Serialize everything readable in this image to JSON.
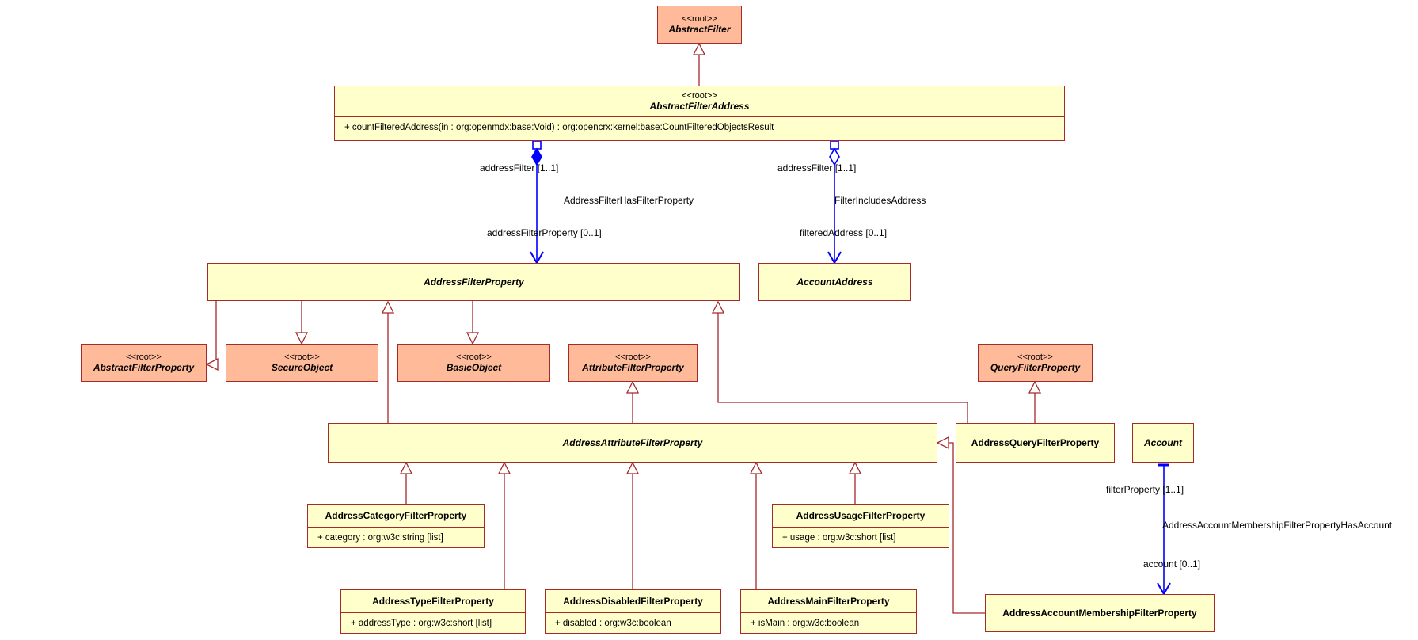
{
  "diagram": {
    "classes": {
      "abstract_filter": {
        "stereotype": "<<root>>",
        "name": "AbstractFilter"
      },
      "abstract_filter_address": {
        "stereotype": "<<root>>",
        "name": "AbstractFilterAddress",
        "operation": "+ countFilteredAddress(in : org:openmdx:base:Void) : org:opencrx:kernel:base:CountFilteredObjectsResult"
      },
      "address_filter_property": {
        "name": "AddressFilterProperty"
      },
      "account_address": {
        "name": "AccountAddress"
      },
      "abstract_filter_property": {
        "stereotype": "<<root>>",
        "name": "AbstractFilterProperty"
      },
      "secure_object": {
        "stereotype": "<<root>>",
        "name": "SecureObject"
      },
      "basic_object": {
        "stereotype": "<<root>>",
        "name": "BasicObject"
      },
      "attribute_filter_property": {
        "stereotype": "<<root>>",
        "name": "AttributeFilterProperty"
      },
      "query_filter_property": {
        "stereotype": "<<root>>",
        "name": "QueryFilterProperty"
      },
      "address_attribute_filter_property": {
        "name": "AddressAttributeFilterProperty"
      },
      "address_query_filter_property": {
        "name": "AddressQueryFilterProperty"
      },
      "account": {
        "name": "Account"
      },
      "address_category_filter_property": {
        "name": "AddressCategoryFilterProperty",
        "attribute": "+ category : org:w3c:string [list]"
      },
      "address_usage_filter_property": {
        "name": "AddressUsageFilterProperty",
        "attribute": "+ usage : org:w3c:short [list]"
      },
      "address_type_filter_property": {
        "name": "AddressTypeFilterProperty",
        "attribute": "+ addressType : org:w3c:short [list]"
      },
      "address_disabled_filter_property": {
        "name": "AddressDisabledFilterProperty",
        "attribute": "+ disabled : org:w3c:boolean"
      },
      "address_main_filter_property": {
        "name": "AddressMainFilterProperty",
        "attribute": "+ isMain : org:w3c:boolean"
      },
      "address_account_membership_filter_property": {
        "name": "AddressAccountMembershipFilterProperty"
      }
    },
    "associations": {
      "filter_property": {
        "name": "AddressFilterHasFilterProperty",
        "source_role": "addressFilter [1..1]",
        "target_role": "addressFilterProperty [0..1]"
      },
      "includes_address": {
        "name": "FilterIncludesAddress",
        "source_role": "addressFilter [1..1]",
        "target_role": "filteredAddress [0..1]"
      },
      "membership_account": {
        "name": "AddressAccountMembershipFilterPropertyHasAccount",
        "source_role": "filterProperty [1..1]",
        "target_role": "account [0..1]"
      }
    },
    "colors": {
      "class_fill": "#ffffcc",
      "root_fill": "#ffbb99",
      "border": "#a52a2a",
      "association": "#0000ff"
    }
  }
}
